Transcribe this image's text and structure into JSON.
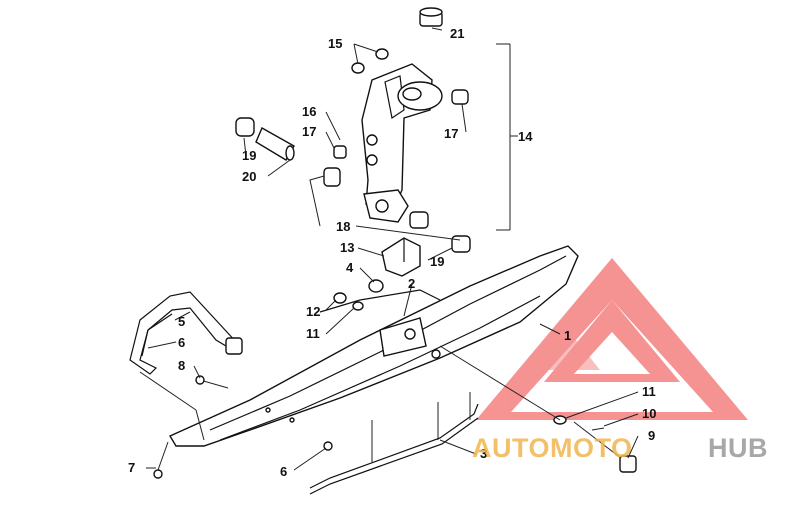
{
  "diagram": {
    "callouts": [
      "21",
      "15",
      "16",
      "17",
      "17",
      "14",
      "19",
      "20",
      "18",
      "13",
      "19",
      "4",
      "2",
      "12",
      "11",
      "5",
      "1",
      "6",
      "8",
      "11",
      "10",
      "9",
      "7",
      "6",
      "3"
    ]
  },
  "watermark": {
    "brand_part1": "AUTOMOTO",
    "brand_part2": "HUB",
    "logo_color": "#ee3a3a",
    "text_color": "#f2b64e",
    "text_color_2": "#9a9a9a"
  }
}
